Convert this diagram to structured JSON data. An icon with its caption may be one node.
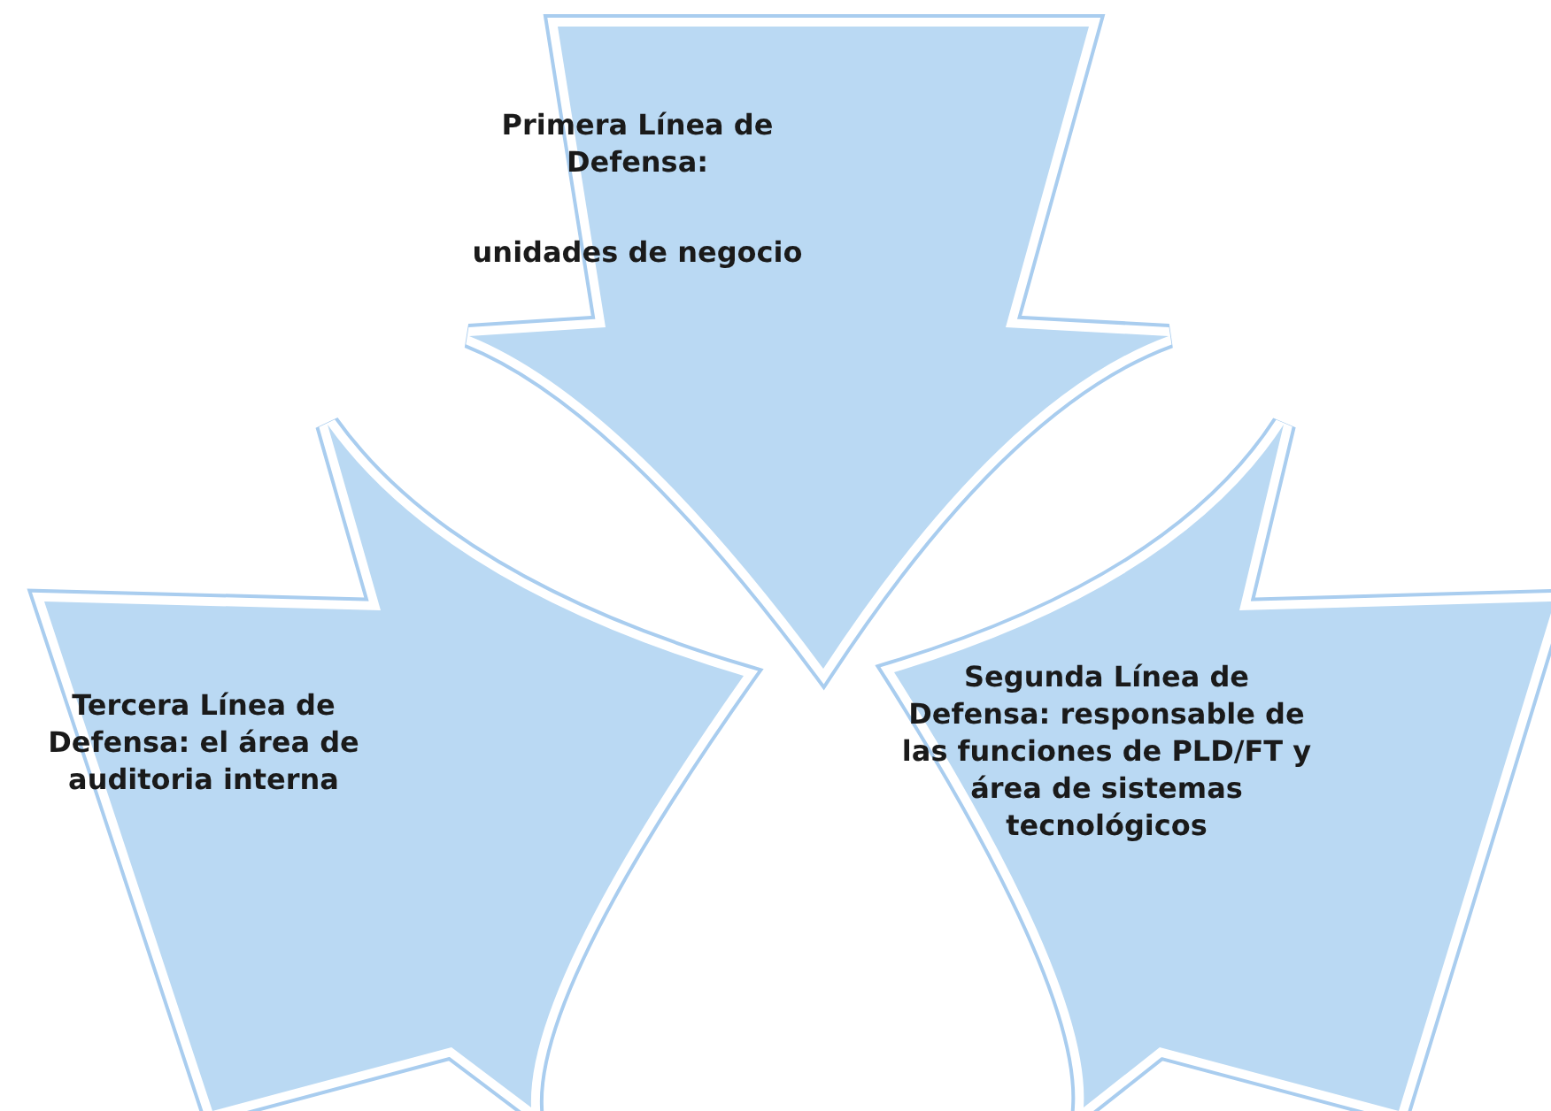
{
  "diagram": {
    "nodes": [
      {
        "text": [
          "Primera Línea de Defensa:",
          "unidades de negocio"
        ]
      },
      {
        "text": [
          "Tercera Línea de Defensa: el área de auditoria interna"
        ]
      },
      {
        "text": [
          "Segunda Línea de Defensa: responsable de las funciones de PLD/FT y área de sistemas tecnológicos"
        ]
      }
    ]
  }
}
